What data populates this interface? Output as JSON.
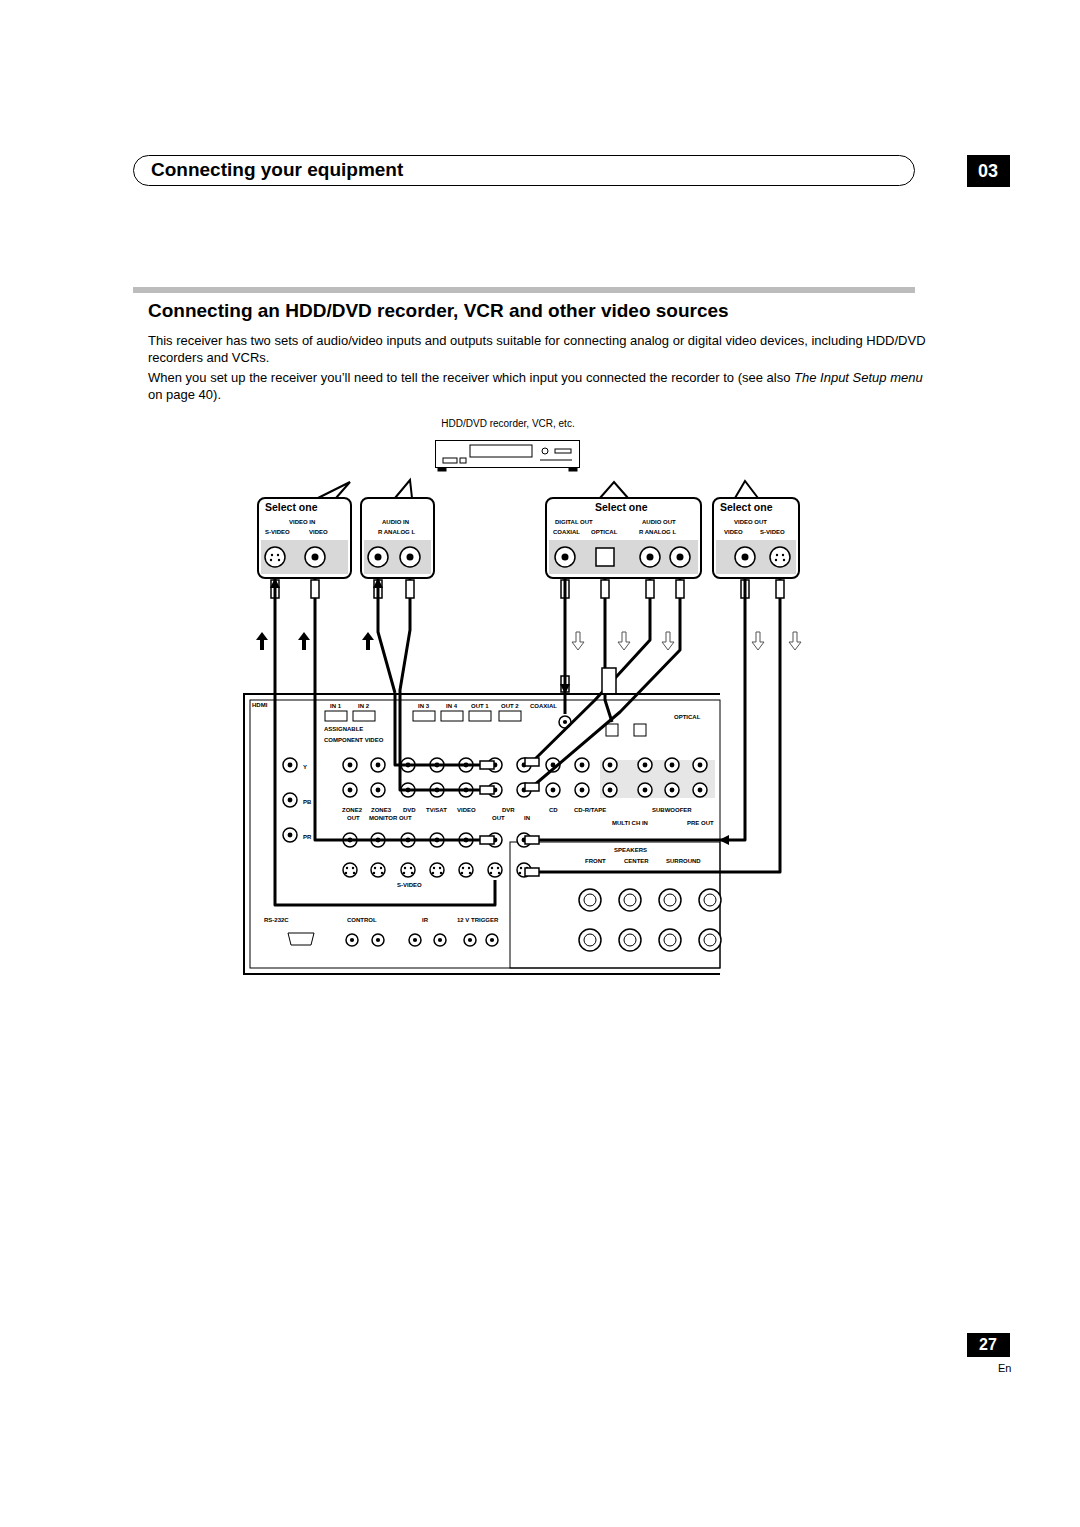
{
  "diagram": {
    "title": "Connecting an HDD/DVD recorder, VCR and other video sources",
    "nodes": [
      {
        "text": [
          "Connecting your equipment"
        ]
      },
      {
        "text": [
          "03"
        ]
      },
      {
        "text": [
          "HDD/DVD recorder, VCR, etc."
        ]
      },
      {
        "text": [
          "Select one",
          "VIDEO IN",
          "S-VIDEO",
          "VIDEO"
        ]
      },
      {
        "text": [
          "AUDIO IN",
          "R ANALOG L"
        ]
      },
      {
        "text": [
          "Select one",
          "DIGITAL OUT",
          "AUDIO OUT",
          "COAXIAL",
          "OPTICAL",
          "R ANALOG L"
        ]
      },
      {
        "text": [
          "Select one",
          "VIDEO OUT",
          "VIDEO",
          "S-VIDEO"
        ]
      },
      {
        "text": [
          "HDMI",
          "ASSIGNABLE",
          "IN 1",
          "IN 2",
          "IN 3",
          "IN 4",
          "OUT 1",
          "OUT 2",
          "COAXIAL",
          "OPTICAL",
          "COMPONENT VIDEO",
          "Y",
          "PB",
          "PR",
          "ZONE2",
          "ZONE3",
          "DVD",
          "TV/SAT",
          "VIDEO",
          "DVR",
          "CD",
          "CD-R/TAPE",
          "OUT",
          "MONITOR OUT",
          "OUT",
          "IN",
          "SUBWOOFER",
          "MULTI CH IN",
          "PRE OUT",
          "S-VIDEO",
          "SPEAKERS",
          "FRONT",
          "CENTER",
          "SURROUND",
          "RS-232C",
          "CONTROL",
          "IR",
          "12 V TRIGGER"
        ]
      },
      {
        "text": [
          "27"
        ]
      }
    ],
    "edges": [
      {
        "from": 7,
        "to": 3,
        "arrow": "to"
      },
      {
        "from": 7,
        "to": 4,
        "arrow": "to"
      },
      {
        "from": 5,
        "to": 7,
        "arrow": "to"
      },
      {
        "from": 6,
        "to": 7,
        "arrow": "to"
      }
    ],
    "labels": [
      "This receiver has two sets of audio/video inputs and outputs suitable for connecting analog or digital video devices, including HDD/DVD recorders and VCRs.",
      "When you set up the receiver you’ll need to tell the receiver which input you connected the recorder to (see also",
      "The Input Setup menu",
      "on page 40).",
      "En"
    ]
  }
}
